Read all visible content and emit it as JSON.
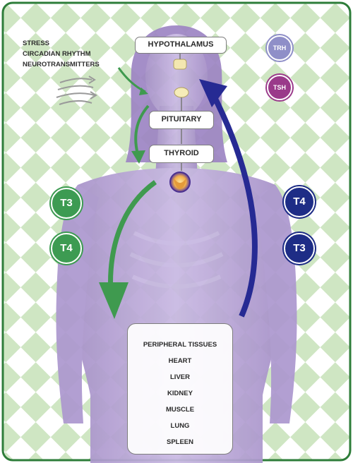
{
  "influences": [
    "STRESS",
    "CIRCADIAN RHYTHM",
    "NEUROTRANSMITTERS"
  ],
  "boxes": {
    "hypothalamus": "HYPOTHALAMUS",
    "pituitary": "PITUITARY",
    "thyroid": "THYROID"
  },
  "hormone_badges": {
    "trh": "TRH",
    "tsh": "TSH",
    "left_top": "T3",
    "left_bottom": "T4",
    "right_top": "T4",
    "right_bottom": "T3"
  },
  "tissues": {
    "title": "PERIPHERAL TISSUES",
    "items": [
      "HEART",
      "LIVER",
      "KIDNEY",
      "MUSCLE",
      "LUNG",
      "SPLEEN"
    ]
  },
  "colors": {
    "frame_border": "#2e7d3a",
    "checker_green": "#cfe6c3",
    "body_purple": "#b9a6d6",
    "green_arrow": "#3f9a4f",
    "blue_arrow": "#262a93",
    "trh_badge": "#8f8fc8",
    "tsh_badge": "#9a3a8a",
    "t_green": "#3d9b52",
    "t_blue": "#1e2d86"
  }
}
